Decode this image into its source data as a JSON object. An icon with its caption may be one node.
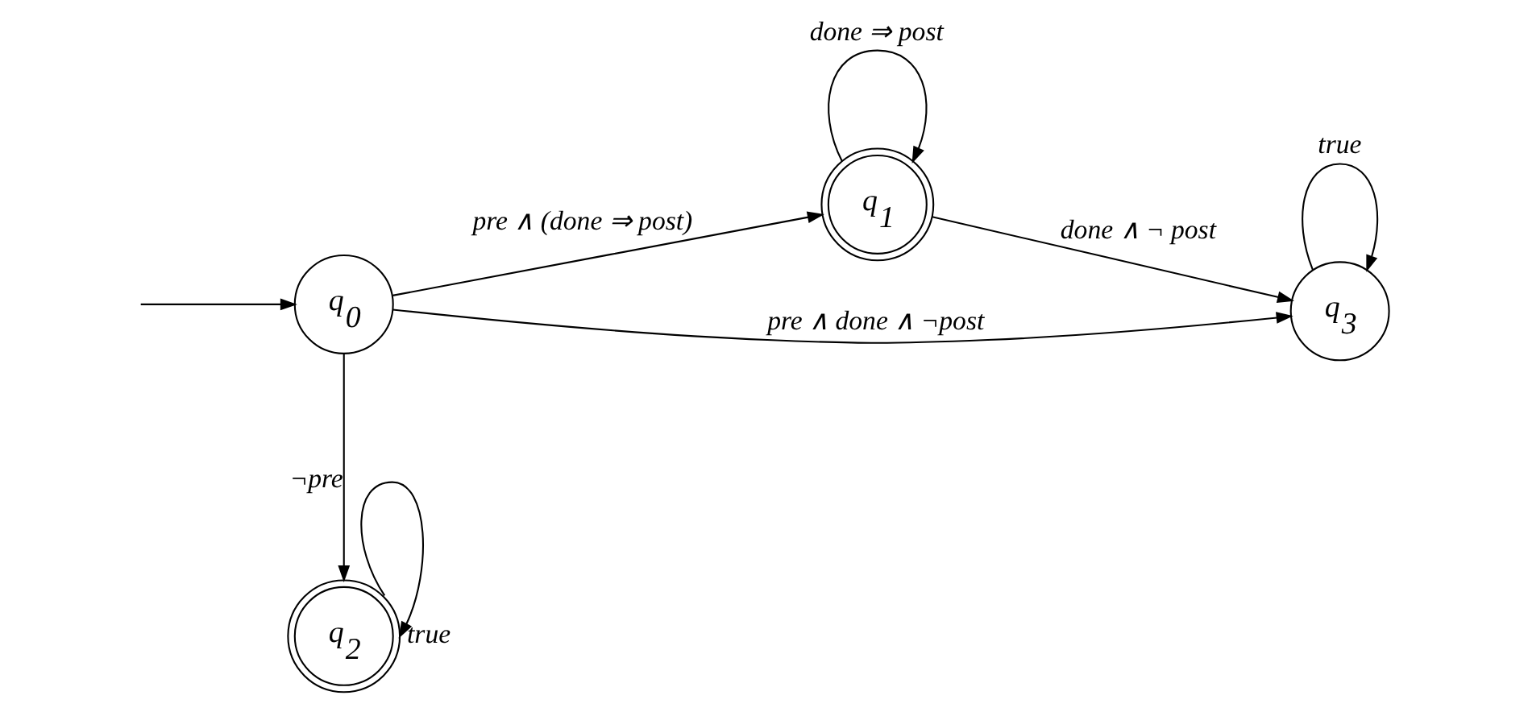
{
  "diagram": {
    "nodes": [
      {
        "text": [
          "q$_{0}$"
        ]
      },
      {
        "text": [
          "q$_{1}$"
        ]
      },
      {
        "text": [
          "q$_{2}$"
        ]
      },
      {
        "text": [
          "q$_{3}$"
        ]
      }
    ],
    "edges": [
      {
        "from": null,
        "to": 0,
        "arrow": "to"
      },
      {
        "from": 0,
        "to": 1,
        "arrow": "to",
        "label": "pre ∧ (done ⇒ post)"
      },
      {
        "from": 1,
        "to": 1,
        "arrow": "to",
        "label": "done ⇒ post"
      },
      {
        "from": 1,
        "to": 3,
        "arrow": "to",
        "label": "done ∧ ¬ post"
      },
      {
        "from": 3,
        "to": 3,
        "arrow": "to",
        "label": "true"
      },
      {
        "from": 0,
        "to": 3,
        "arrow": "to",
        "label": "pre ∧ done ∧ ¬post"
      },
      {
        "from": 0,
        "to": 2,
        "arrow": "to",
        "label": "¬pre"
      },
      {
        "from": 2,
        "to": 2,
        "arrow": "to",
        "label": "true"
      }
    ]
  }
}
